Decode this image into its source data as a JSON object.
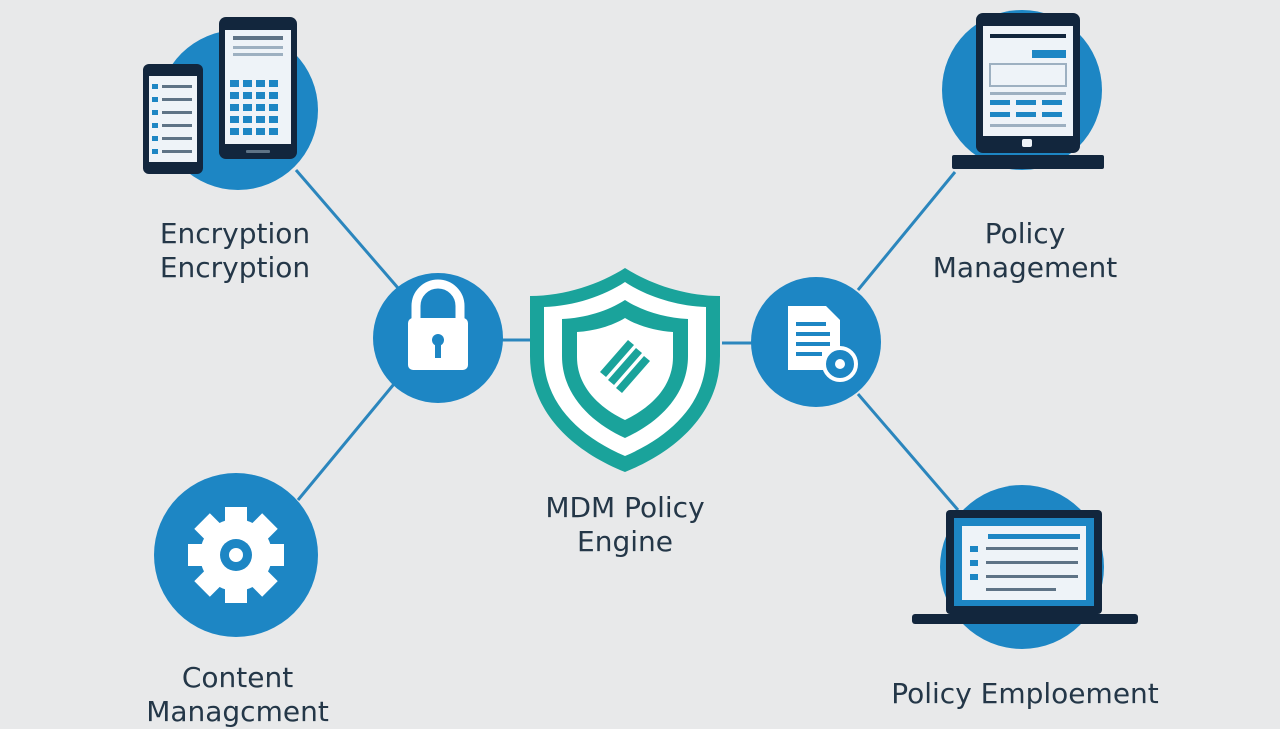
{
  "colors": {
    "background": "#e8e9ea",
    "node_blue": "#1d86c4",
    "connector": "#2b86bd",
    "shield_teal": "#1aa39b",
    "device_dark": "#12263d",
    "label_text": "#243748"
  },
  "center": {
    "label_lines": [
      "MDM Policy",
      "Engine"
    ],
    "icon": "shield-icon"
  },
  "nodes": [
    {
      "id": "encryption",
      "label_lines": [
        "Encryption",
        "Encryption"
      ],
      "icons": [
        "smartphone-icon",
        "tablet-icon"
      ]
    },
    {
      "id": "policy-management",
      "label_lines": [
        "Policy",
        "Management"
      ],
      "icons": [
        "tablet-icon"
      ]
    },
    {
      "id": "content-management",
      "label_lines": [
        "Content",
        "Managcment"
      ],
      "icons": [
        "gear-icon"
      ]
    },
    {
      "id": "policy-employment",
      "label_lines": [
        "Policy Emploement"
      ],
      "icons": [
        "laptop-icon"
      ]
    }
  ],
  "hubs": [
    {
      "id": "lock-hub",
      "icon": "lock-icon"
    },
    {
      "id": "document-hub",
      "icon": "document-settings-icon"
    }
  ]
}
